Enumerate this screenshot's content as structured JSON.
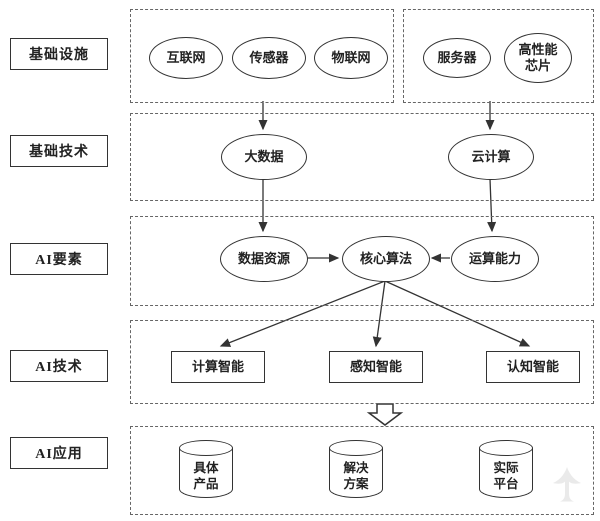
{
  "side_labels": [
    {
      "label": "基础设施"
    },
    {
      "label": "基础技术"
    },
    {
      "label": "AI要素"
    },
    {
      "label": "AI技术"
    },
    {
      "label": "AI应用"
    }
  ],
  "infrastructure": {
    "network_group": [
      {
        "label": "互联网"
      },
      {
        "label": "传感器"
      },
      {
        "label": "物联网"
      }
    ],
    "hardware_group": [
      {
        "label": "服务器"
      },
      {
        "label": "高性能芯片"
      }
    ]
  },
  "base_tech": [
    {
      "label": "大数据"
    },
    {
      "label": "云计算"
    }
  ],
  "ai_elements": [
    {
      "label": "数据资源"
    },
    {
      "label": "核心算法"
    },
    {
      "label": "运算能力"
    }
  ],
  "ai_tech": [
    {
      "label": "计算智能"
    },
    {
      "label": "感知智能"
    },
    {
      "label": "认知智能"
    }
  ],
  "ai_app": [
    {
      "label": "具体产品"
    },
    {
      "label": "解决方案"
    },
    {
      "label": "实际平台"
    }
  ],
  "colors": {
    "stroke": "#333333",
    "dashed_border": "#666666",
    "background": "#ffffff",
    "watermark": "#d9d9d9"
  }
}
